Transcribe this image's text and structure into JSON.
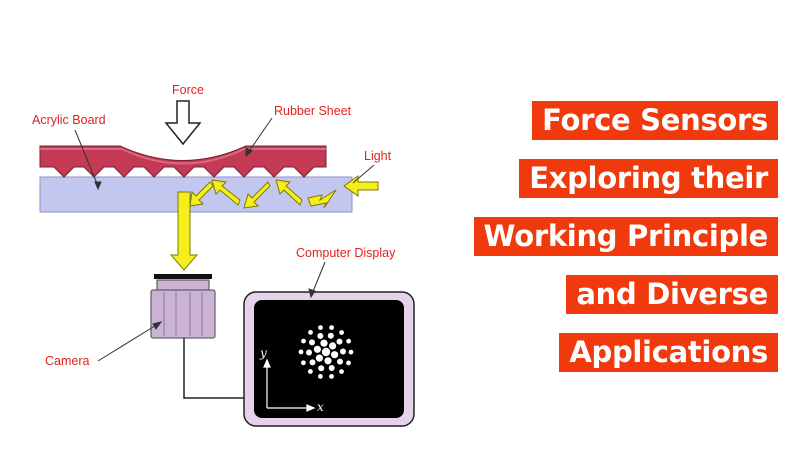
{
  "labels": {
    "force": "Force",
    "acrylic_board": "Acrylic Board",
    "rubber_sheet": "Rubber Sheet",
    "light": "Light",
    "computer_display": "Computer Display",
    "camera": "Camera"
  },
  "axes": {
    "x": "x",
    "y": "y"
  },
  "title": {
    "lines": [
      "Force Sensors",
      "Exploring their",
      "Working Principle",
      "and Diverse",
      "Applications"
    ]
  },
  "colors": {
    "title_background": "#f03a0e",
    "title_text": "#ffffff",
    "label_text": "#e32020",
    "rubber_sheet": "#c43a55",
    "acrylic_board": "#c3c7ef",
    "light_arrow": "#f4ee1c",
    "camera_body": "#cbb3d6",
    "display_frame": "#e6d2ea",
    "display_screen": "#000000"
  },
  "icons": [
    "force-arrow-icon",
    "light-arrow-icon",
    "camera-icon",
    "display-icon"
  ]
}
